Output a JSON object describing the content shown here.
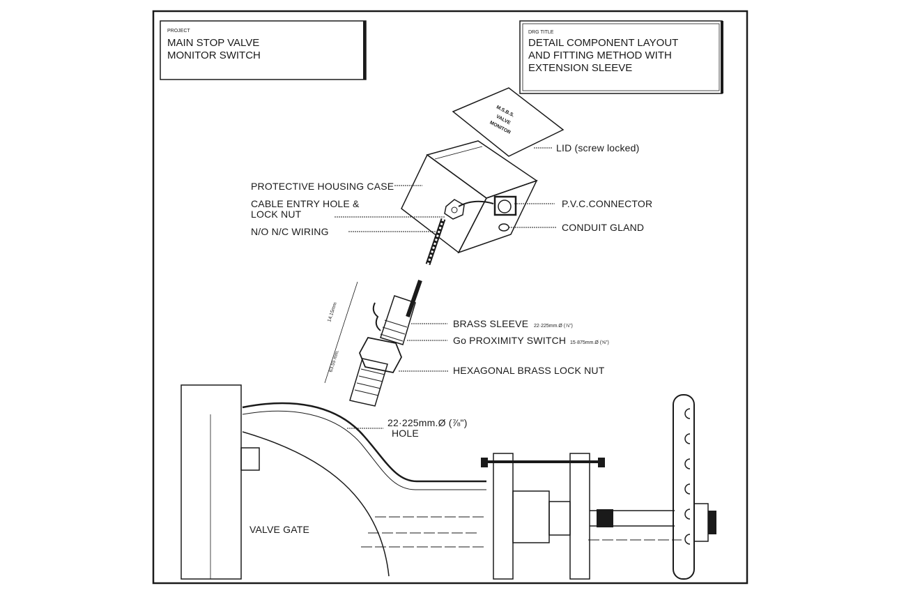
{
  "project_box": {
    "caption": "PROJECT",
    "line1": "MAIN STOP VALVE",
    "line2": "MONITOR SWITCH"
  },
  "title_box": {
    "caption": "DRG TITLE",
    "line1": "DETAIL COMPONENT LAYOUT",
    "line2": "AND FITTING METHOD WITH",
    "line3": "EXTENSION SLEEVE"
  },
  "lid_text": {
    "line1": "M.S.B.S.",
    "line2": "VALVE",
    "line3": "MONITOR"
  },
  "labels": {
    "lid": "LID (screw locked)",
    "housing": "PROTECTIVE HOUSING CASE",
    "cable_entry_1": "CABLE ENTRY HOLE &",
    "cable_entry_2": "LOCK NUT",
    "wiring": "N/O  N/C WIRING",
    "pvc_connector": "P.V.C.CONNECTOR",
    "conduit_gland": "CONDUIT GLAND",
    "brass_sleeve": "BRASS SLEEVE",
    "brass_sleeve_dim": "22·225mm.Ø (⅞\")",
    "proximity_switch": "Go PROXIMITY SWITCH",
    "proximity_dim": "15·875mm.Ø (⅝\")",
    "lock_nut": "HEXAGONAL BRASS LOCK NUT",
    "hole_1": "22·225mm.Ø (⅞\")",
    "hole_2": "HOLE",
    "valve_gate": "VALVE GATE",
    "dim_upper": "14.15mm",
    "dim_lower": "63.55 mm."
  }
}
